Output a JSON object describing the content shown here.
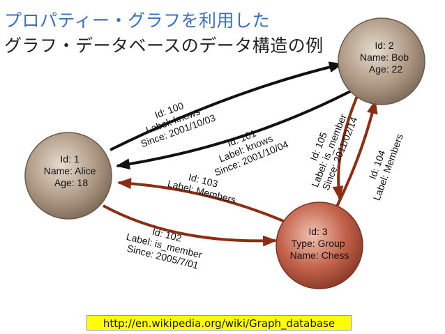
{
  "title": {
    "line1": "プロパティー・グラフを利用した",
    "line2": "グラフ・データベースのデータ構造の例"
  },
  "colors": {
    "title_accent": "#3a6fc0",
    "edge_knows": "#111111",
    "edge_group": "#8c2e14",
    "node_person": "#b09b86",
    "node_group": "#c2614a",
    "source_bg": "#ffff00"
  },
  "nodes": {
    "alice": {
      "lines": [
        "Id: 1",
        "Name: Alice",
        "Age: 18"
      ]
    },
    "bob": {
      "lines": [
        "Id: 2",
        "Name: Bob",
        "Age: 22"
      ]
    },
    "chess": {
      "lines": [
        "Id: 3",
        "Type: Group",
        "Name: Chess"
      ]
    }
  },
  "edges": {
    "e100": {
      "lines": [
        "Id: 100",
        "Label: knows",
        "Since: 2001/10/03"
      ]
    },
    "e101": {
      "lines": [
        "Id: 101",
        "Label: knows",
        "Since: 2001/10/04"
      ]
    },
    "e102": {
      "lines": [
        "Id: 102",
        "Label: is_member",
        "Since: 2005/7/01"
      ]
    },
    "e103": {
      "lines": [
        "Id: 103",
        "Label: Members"
      ]
    },
    "e104": {
      "lines": [
        "Id: 104",
        "Label: Members"
      ]
    },
    "e105": {
      "lines": [
        "Id: 105",
        "Label: is_member",
        "Since: 2011/02/14"
      ]
    }
  },
  "source": {
    "url": "http://en.wikipedia.org/wiki/Graph_database"
  }
}
